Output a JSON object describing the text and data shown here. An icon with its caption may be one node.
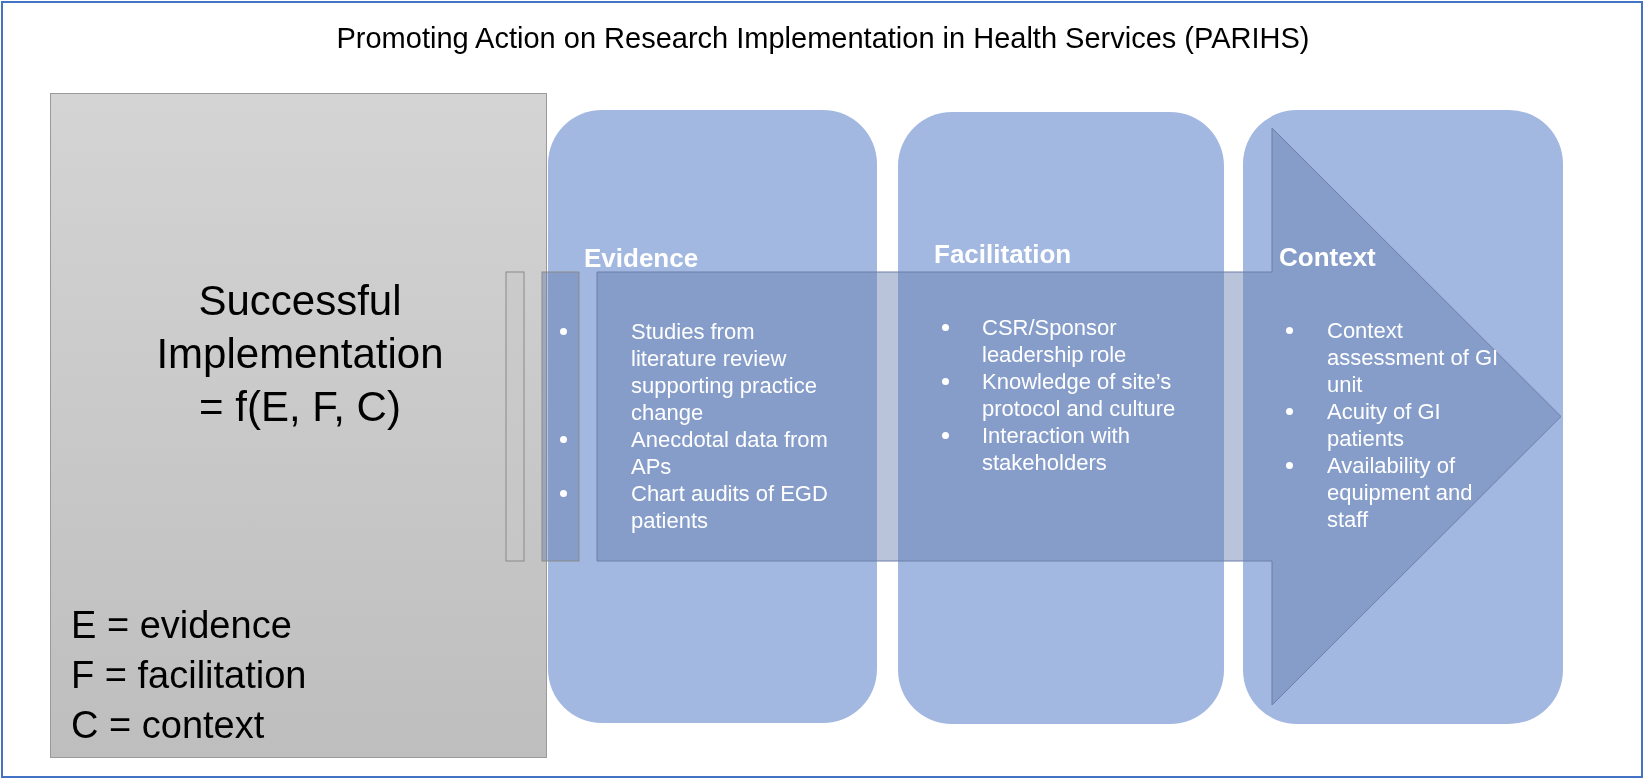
{
  "diagram": {
    "title": "Promoting Action on Research Implementation in Health Services (PARIHS)",
    "nodes": [
      {
        "text": [
          "Successful Implementation = f(E, F, C)",
          "E = evidence",
          "F = facilitation",
          "C = context"
        ]
      },
      {
        "text": [
          "Evidence",
          "Studies from literature review supporting practice change",
          "Anecdotal data from APs",
          "Chart audits of EGD patients"
        ]
      },
      {
        "text": [
          "Facilitation",
          "CSR/Sponsor leadership role",
          "Knowledge of site’s protocol and culture",
          "Interaction with stakeholders"
        ]
      },
      {
        "text": [
          "Context",
          "Context assessment of GI unit",
          "Acuity of GI patients",
          "Availability of equipment and staff"
        ]
      }
    ],
    "edges": [
      {
        "from": 1,
        "to": 3,
        "arrow": "to"
      }
    ]
  }
}
